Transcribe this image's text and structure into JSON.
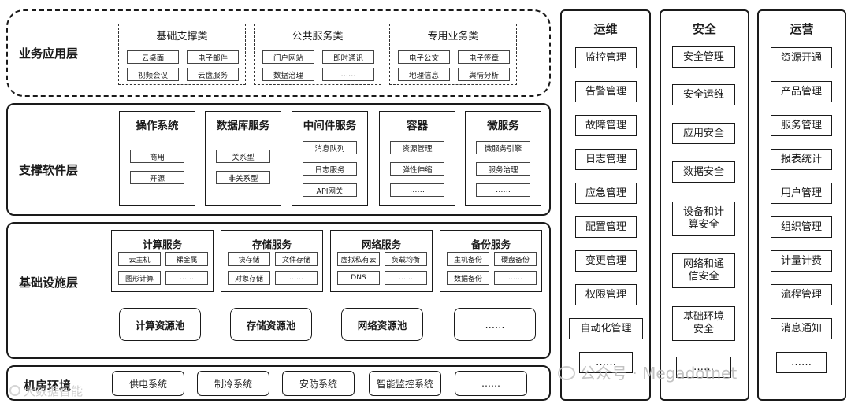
{
  "biz": {
    "title": "业务应用层",
    "groups": [
      {
        "title": "基础支撑类",
        "items": [
          "云桌面",
          "电子邮件",
          "视频会议",
          "云盘服务"
        ]
      },
      {
        "title": "公共服务类",
        "items": [
          "门户网站",
          "即时通讯",
          "数据治理",
          "……"
        ]
      },
      {
        "title": "专用业务类",
        "items": [
          "电子公文",
          "电子签章",
          "地理信息",
          "舆情分析"
        ]
      }
    ]
  },
  "support": {
    "title": "支撑软件层",
    "cards": [
      {
        "title": "操作系统",
        "items": [
          "商用",
          "开源"
        ]
      },
      {
        "title": "数据库服务",
        "items": [
          "关系型",
          "非关系型"
        ]
      },
      {
        "title": "中间件服务",
        "items": [
          "消息队列",
          "日志服务",
          "API网关"
        ]
      },
      {
        "title": "容器",
        "items": [
          "资源管理",
          "弹性伸缩",
          "……"
        ]
      },
      {
        "title": "微服务",
        "items": [
          "微服务引擎",
          "服务治理",
          "……"
        ]
      }
    ]
  },
  "infra": {
    "title": "基础设施层",
    "services": [
      {
        "title": "计算服务",
        "items": [
          "云主机",
          "裸金属",
          "图形计算",
          "……"
        ]
      },
      {
        "title": "存储服务",
        "items": [
          "块存储",
          "文件存储",
          "对象存储",
          "……"
        ]
      },
      {
        "title": "网络服务",
        "items": [
          "虚拟私有云",
          "负载均衡",
          "DNS",
          "……"
        ]
      },
      {
        "title": "备份服务",
        "items": [
          "主机备份",
          "硬盘备份",
          "数据备份",
          "……"
        ]
      }
    ],
    "pools": [
      "计算资源池",
      "存储资源池",
      "网络资源池",
      "……"
    ]
  },
  "room": {
    "title": "机房环境",
    "items": [
      "供电系统",
      "制冷系统",
      "安防系统",
      "智能监控系统",
      "……"
    ]
  },
  "ops": {
    "title": "运维",
    "items": [
      "监控管理",
      "告警管理",
      "故障管理",
      "日志管理",
      "应急管理",
      "配置管理",
      "变更管理",
      "权限管理",
      "自动化管理",
      "……"
    ]
  },
  "security": {
    "title": "安全",
    "items": [
      "安全管理",
      "安全运维",
      "应用安全",
      "数据安全",
      "设备和计算安全",
      "网络和通信安全",
      "基础环境安全",
      "……"
    ]
  },
  "operation": {
    "title": "运营",
    "items": [
      "资源开通",
      "产品管理",
      "服务管理",
      "报表统计",
      "用户管理",
      "组织管理",
      "计量计费",
      "流程管理",
      "消息通知",
      "……"
    ]
  },
  "watermark": {
    "left": "大数据智能",
    "right": "公众号 · Megadotnet"
  }
}
